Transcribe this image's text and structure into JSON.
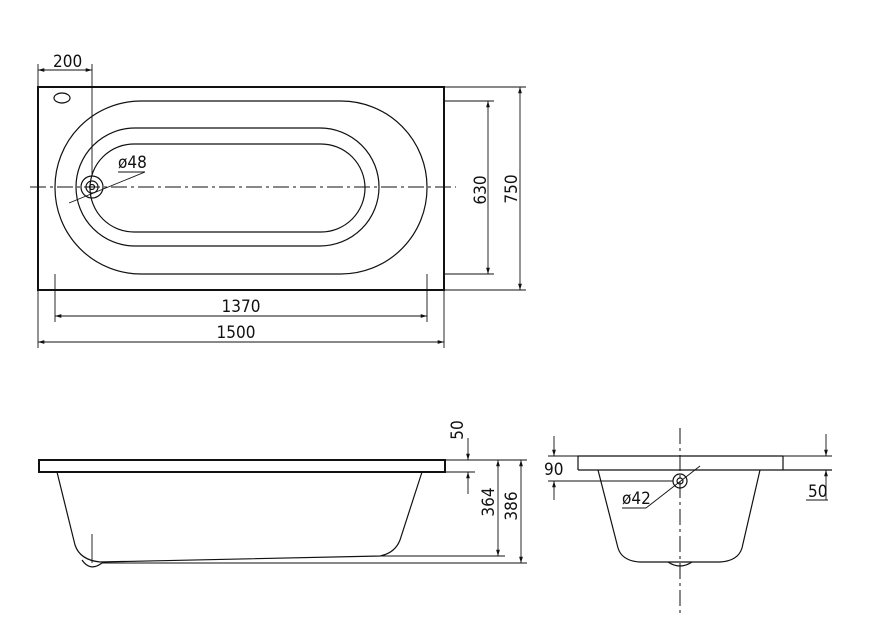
{
  "dimensions": {
    "drain_offset": "200",
    "drain_dia_top": "ø48",
    "inner_width": "630",
    "overall_width": "750",
    "inner_length": "1370",
    "overall_length": "1500",
    "rim_thickness_side": "50",
    "inner_depth": "364",
    "overall_depth": "386",
    "rim_height_end": "90",
    "overflow_dia": "ø42",
    "rim_thickness_end": "50"
  }
}
